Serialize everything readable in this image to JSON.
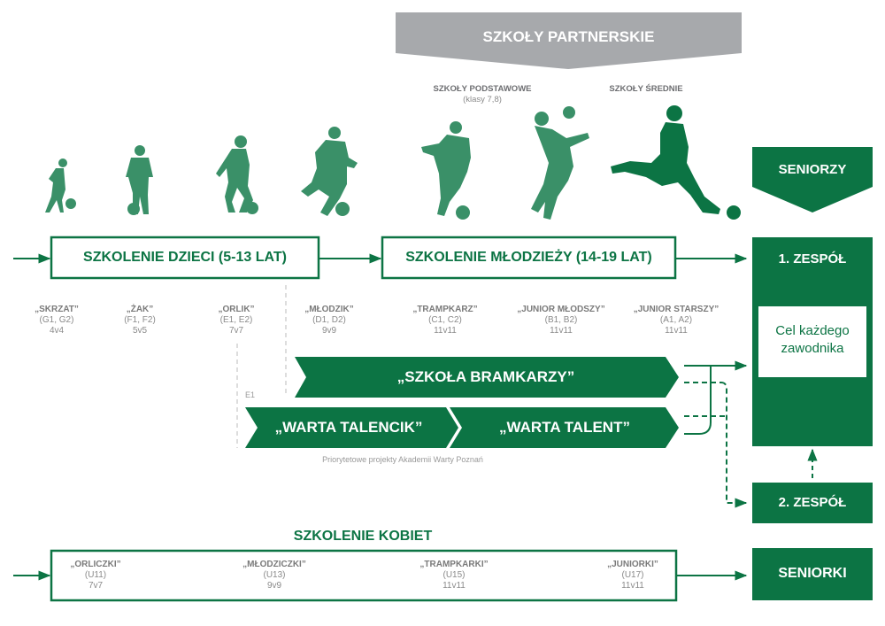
{
  "colors": {
    "primary_green": "#0c7444",
    "light_green": "#3a9068",
    "grey_banner": "#a7a9ac",
    "text_grey": "#8a8a8a"
  },
  "partner_schools": {
    "title": "SZKOŁY PARTNERSKIE",
    "primary": {
      "title": "SZKOŁY PODSTAWOWE",
      "subtitle": "(klasy 7,8)"
    },
    "secondary": {
      "title": "SZKOŁY ŚREDNIE"
    }
  },
  "silhouettes": [
    {
      "icon": "child-dribbling-icon"
    },
    {
      "icon": "child-standing-ball-icon"
    },
    {
      "icon": "child-stopping-ball-icon"
    },
    {
      "icon": "youth-running-ball-icon"
    },
    {
      "icon": "teen-dribbling-icon"
    },
    {
      "icon": "teen-heading-ball-icon"
    },
    {
      "icon": "adult-kicking-ball-icon"
    }
  ],
  "stages": {
    "children": "SZKOLENIE DZIECI (5-13 LAT)",
    "youth": "SZKOLENIE MŁODZIEŻY (14-19 LAT)"
  },
  "categories": [
    {
      "name": "„SKRZAT”",
      "code": "(G1, G2)",
      "format": "4v4"
    },
    {
      "name": "„ŻAK”",
      "code": "(F1, F2)",
      "format": "5v5"
    },
    {
      "name": "„ORLIK”",
      "code": "(E1, E2)",
      "format": "7v7"
    },
    {
      "name": "„MŁODZIK”",
      "code": "(D1, D2)",
      "format": "9v9"
    },
    {
      "name": "„TRAMPKARZ”",
      "code": "(C1, C2)",
      "format": "11v11"
    },
    {
      "name": "„JUNIOR MŁODSZY”",
      "code": "(B1, B2)",
      "format": "11v11"
    },
    {
      "name": "„JUNIOR STARSZY”",
      "code": "(A1, A2)",
      "format": "11v11"
    }
  ],
  "projects": {
    "goalkeepers": "„SZKOŁA BRAMKARZY”",
    "talencik": "„WARTA TALENCIK”",
    "talent": "„WARTA TALENT”",
    "e1_label": "E1",
    "caption": "Priorytetowe projekty Akademii Warty Poznań"
  },
  "seniors": {
    "title": "SENIORZY",
    "first_team": "1. ZESPÓŁ",
    "goal_line1": "Cel każdego",
    "goal_line2": "zawodnika",
    "second_team": "2. ZESPÓŁ"
  },
  "women": {
    "title": "SZKOLENIE KOBIET",
    "categories": [
      {
        "name": "„ORLICZKI”",
        "code": "(U11)",
        "format": "7v7"
      },
      {
        "name": "„MŁODZICZKI”",
        "code": "(U13)",
        "format": "9v9"
      },
      {
        "name": "„TRAMPKARKI”",
        "code": "(U15)",
        "format": "11v11"
      },
      {
        "name": "„JUNIORKI”",
        "code": "(U17)",
        "format": "11v11"
      }
    ],
    "seniors": "SENIORKI"
  }
}
